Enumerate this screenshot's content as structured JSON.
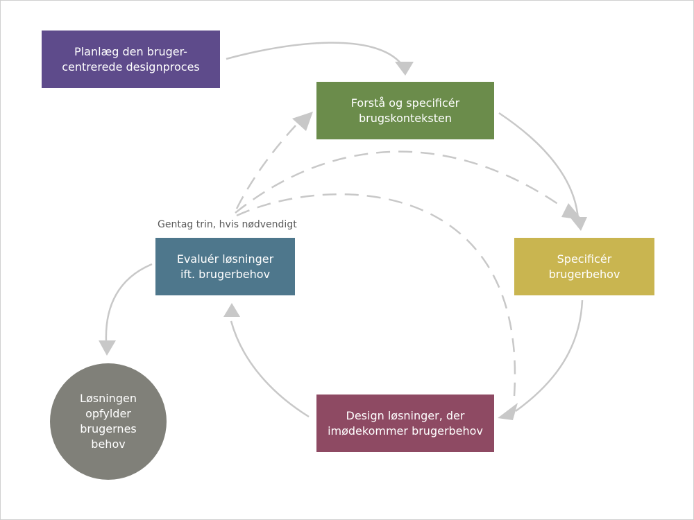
{
  "boxes": {
    "plan": {
      "line1": "Planlæg den bruger-",
      "line2": "centrerede designproces",
      "color": "#5e4b8b"
    },
    "understand": {
      "line1": "Forstå og specificér",
      "line2": "brugskonteksten",
      "color": "#6b8c4b"
    },
    "specify": {
      "line1": "Specificér",
      "line2": "brugerbehov",
      "color": "#c9b550"
    },
    "design": {
      "line1": "Design løsninger, der",
      "line2": "imødekommer brugerbehov",
      "color": "#8e4a63"
    },
    "evaluate": {
      "line1": "Evaluér løsninger",
      "line2": "ift. brugerbehov",
      "color": "#4e778c"
    }
  },
  "solution": {
    "line1": "Løsningen",
    "line2": "opfylder",
    "line3": "brugernes",
    "line4": "behov",
    "color": "#808079"
  },
  "repeat_label": "Gentag trin, hvis nødvendigt",
  "arrow_color": "#c8c8c8"
}
